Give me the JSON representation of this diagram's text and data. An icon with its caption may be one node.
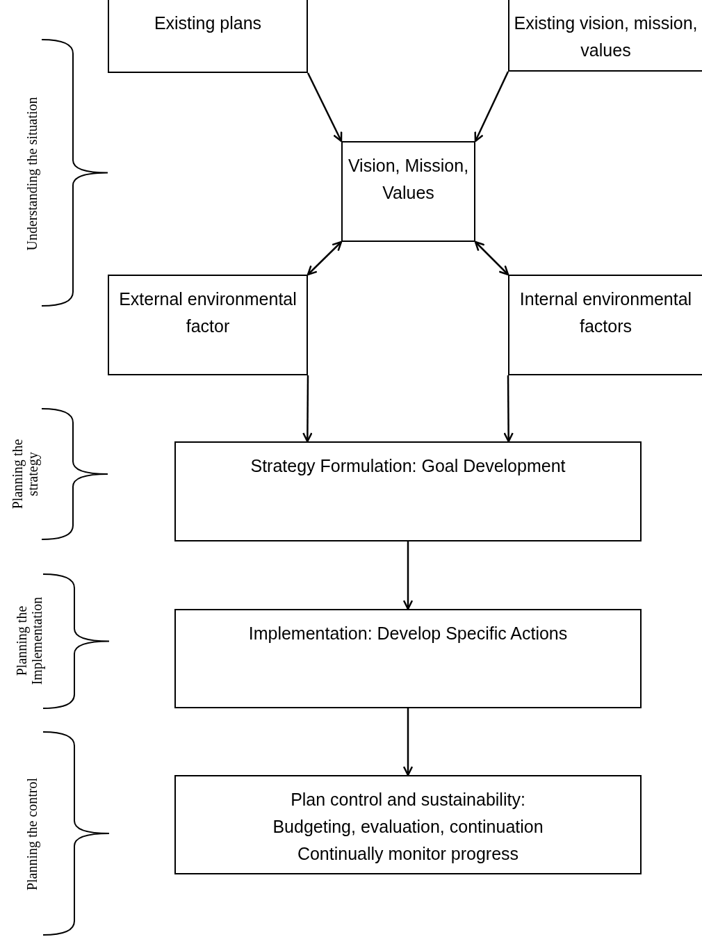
{
  "diagram": {
    "nodes": [
      {
        "text": [
          "Existing plans"
        ]
      },
      {
        "text": [
          "Existing vision, mission, values"
        ]
      },
      {
        "text": [
          "Vision, Mission, Values"
        ]
      },
      {
        "text": [
          "External environmental factor"
        ]
      },
      {
        "text": [
          "Internal environmental factors"
        ]
      },
      {
        "text": [
          "Strategy Formulation: Goal Development"
        ]
      },
      {
        "text": [
          "Implementation: Develop Specific Actions"
        ]
      },
      {
        "text": [
          "Plan control and sustainability:",
          "Budgeting, evaluation, continuation",
          "Continually monitor progress"
        ]
      }
    ],
    "edges": [
      {
        "from": 0,
        "to": 2,
        "arrow": "to"
      },
      {
        "from": 1,
        "to": 2,
        "arrow": "to"
      },
      {
        "from": 2,
        "to": 3,
        "arrow": "both"
      },
      {
        "from": 2,
        "to": 4,
        "arrow": "both"
      },
      {
        "from": 3,
        "to": 5,
        "arrow": "to"
      },
      {
        "from": 4,
        "to": 5,
        "arrow": "to"
      },
      {
        "from": 5,
        "to": 6,
        "arrow": "to"
      },
      {
        "from": 6,
        "to": 7,
        "arrow": "to"
      }
    ],
    "labels": [
      "Understanding the situation",
      "Planning the strategy",
      "Planning the Implementation",
      "Planning the control"
    ]
  }
}
